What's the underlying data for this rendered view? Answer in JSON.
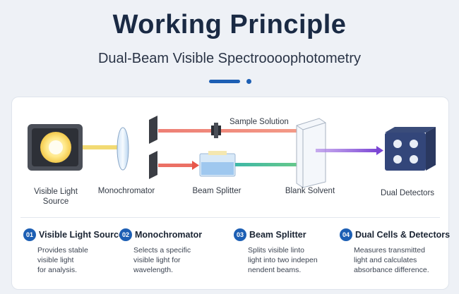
{
  "header": {
    "title": "Working Principle",
    "subtitle": "Dual-Beam Visible Spectroooophotometry"
  },
  "diagram": {
    "labels": {
      "light_source": "Visible Light\nSource",
      "monochromator": "Monochromator",
      "beam_splitter": "Beam Splitter",
      "sample_solution": "Sample Solution",
      "blank_solvent": "Blank Solvent",
      "dual_detectors": "Dual Detectors"
    },
    "colors": {
      "light_beam": "#f0d35a",
      "red_beam": "#e8574a",
      "purple_beam": "#8a5ad6",
      "teal_beam": "#3fb8a6",
      "accent": "#1d5fb4"
    }
  },
  "steps": [
    {
      "number": "01",
      "title": "Visible Light Source",
      "desc": "Provides stable\nvisible light\nfor analysis."
    },
    {
      "number": "02",
      "title": "Monochromator",
      "desc": "Selects a specific\nvisible light for\nwavelength."
    },
    {
      "number": "03",
      "title": "Beam Splitter",
      "desc": "Splits visible linto\nlight into two indepen\nnendent beams."
    },
    {
      "number": "04",
      "title": "Dual Cells & Detectors",
      "desc": "Measures transmitted\nlight and calculates\nabsorbance difference."
    }
  ]
}
